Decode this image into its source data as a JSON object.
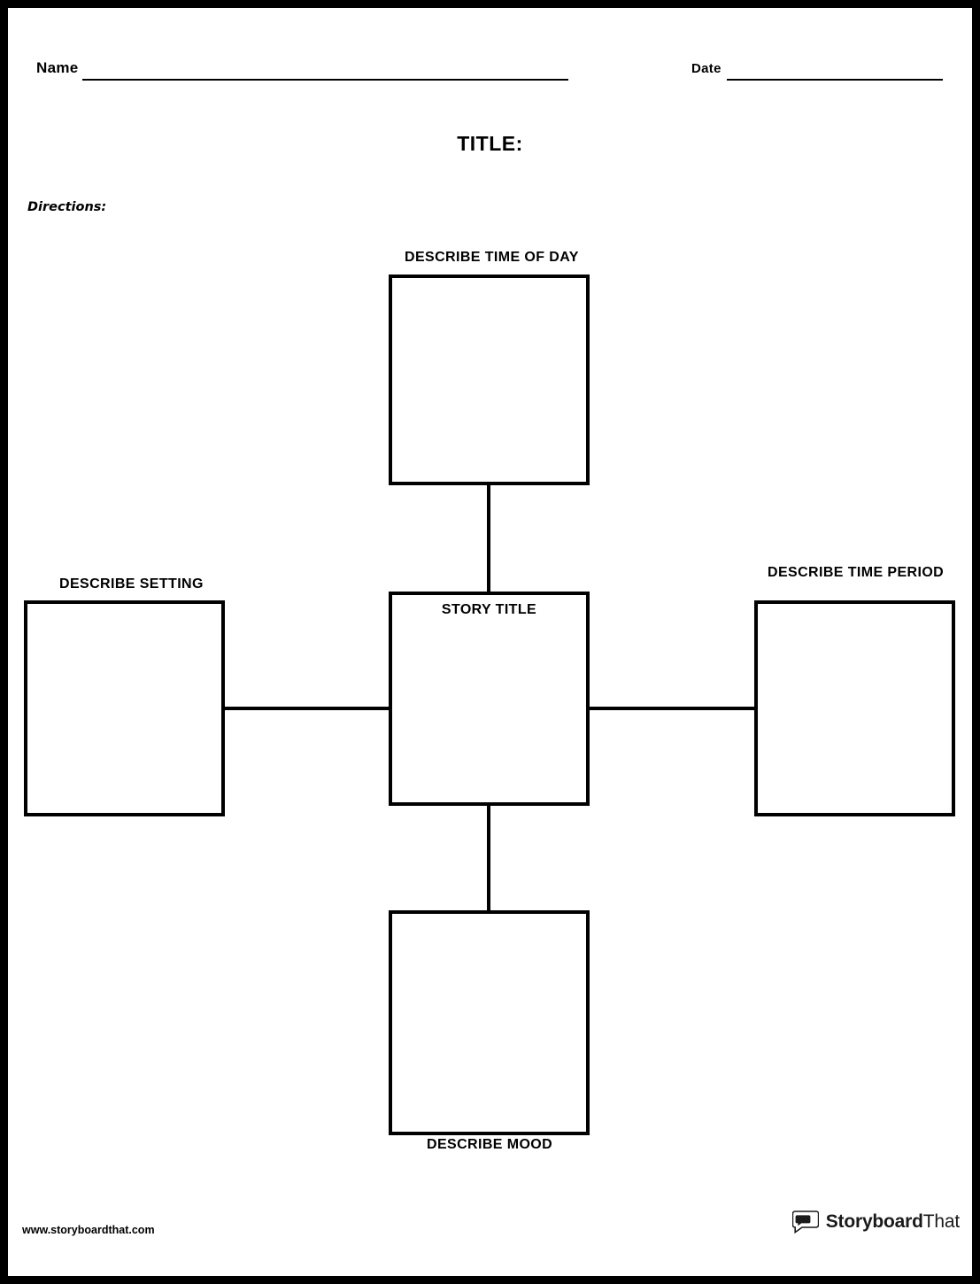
{
  "header": {
    "name_label": "Name",
    "date_label": "Date"
  },
  "title": "TITLE:",
  "directions_label": "Directions:",
  "diagram": {
    "top": {
      "label": "DESCRIBE TIME OF DAY"
    },
    "center": {
      "label": "STORY TITLE"
    },
    "left": {
      "label": "DESCRIBE SETTING"
    },
    "right": {
      "label": "DESCRIBE TIME PERIOD"
    },
    "bottom": {
      "label": "DESCRIBE MOOD"
    }
  },
  "footer": {
    "url": "www.storyboardthat.com",
    "brand_bold": "Storyboard",
    "brand_light": "That"
  },
  "colors": {
    "ink": "#000000",
    "paper": "#ffffff",
    "brand_text": "#1a1a1a"
  }
}
